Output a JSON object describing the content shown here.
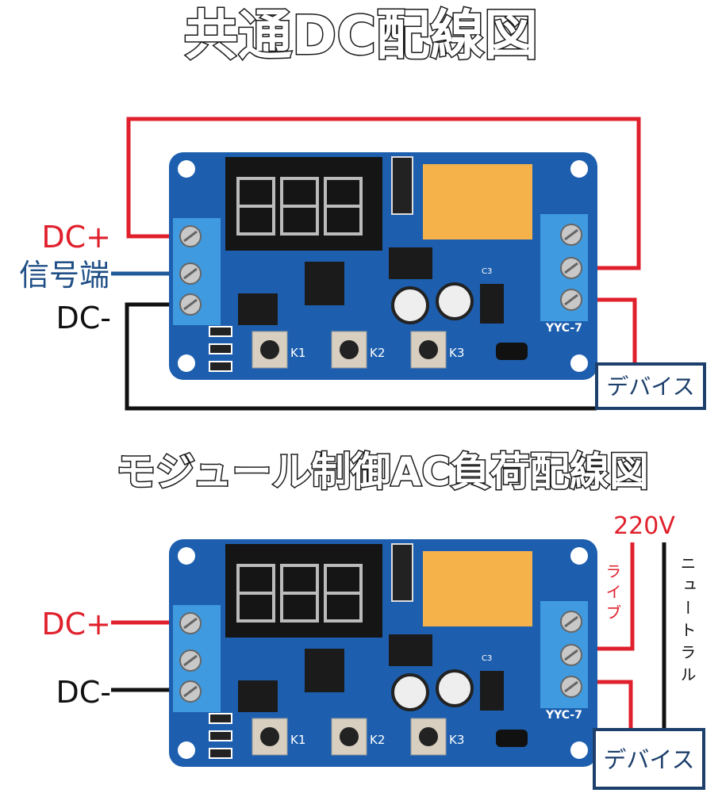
{
  "diagram_1": {
    "title": "共通DC配線図",
    "labels": {
      "dc_plus": "DC+",
      "signal": "信号端",
      "dc_minus": "DC-"
    },
    "device_label": "デバイス"
  },
  "diagram_2": {
    "title": "モジュール制御AC負荷配線図",
    "labels": {
      "dc_plus": "DC+",
      "dc_minus": "DC-",
      "voltage": "220V",
      "live": "ライブ",
      "neutral": "ニュートラル"
    },
    "device_label": "デバイス"
  },
  "board": {
    "model": "YYC-7",
    "buttons": [
      "K1",
      "K2",
      "K3"
    ],
    "capacitor_label": "C3"
  },
  "colors": {
    "wire_positive": "#e0202c",
    "wire_signal": "#1f5a99",
    "wire_negative": "#111111",
    "board_blue": "#1d5fae",
    "terminal_blue": "#3f9ae0",
    "relay_orange": "#f6b24a",
    "device_box_border": "#1c3f6b",
    "label_signal": "#1f4f86"
  }
}
